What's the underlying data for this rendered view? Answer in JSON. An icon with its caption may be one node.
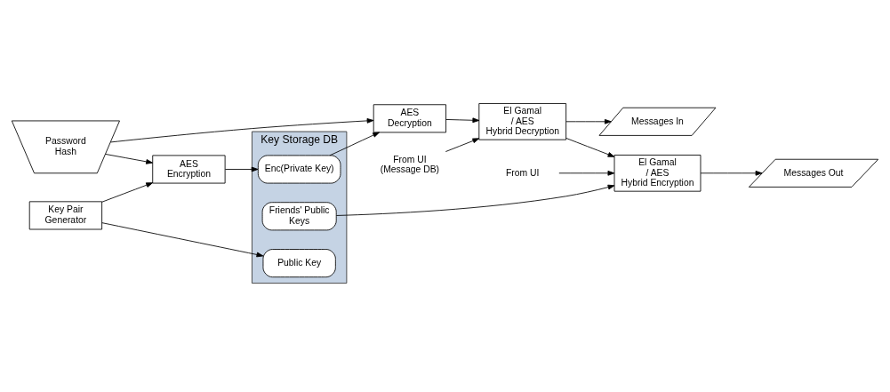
{
  "diagram": {
    "nodes": [
      {
        "text": [
          "Key Storage DB"
        ]
      },
      {
        "text": [
          "Friends' Public Keys"
        ],
        "in": 0
      },
      {
        "text": [
          "Public Key"
        ],
        "in": 0
      },
      {
        "text": [
          "Enc(Private Key)"
        ],
        "in": 0
      },
      {
        "text": [
          "Key Pair Generator"
        ]
      },
      {
        "text": [
          "AES Encryption"
        ]
      },
      {
        "text": [
          "Password Hash"
        ]
      },
      {
        "text": [
          "AES Decryption"
        ]
      },
      {
        "text": [
          "Messages Out"
        ]
      },
      {
        "text": [
          "El Gamal / AES Hybrid Encryption"
        ]
      },
      {
        "text": [
          "El Gamal / AES Hybrid Decryption"
        ]
      },
      {
        "text": [
          "Messages In"
        ]
      },
      {
        "text": [
          "From UI"
        ]
      },
      {
        "text": [
          "From UI (Message DB)"
        ]
      }
    ],
    "edges": [
      {
        "from": 1,
        "to": 9,
        "arrow": "to"
      },
      {
        "from": 4,
        "to": 2,
        "arrow": "to"
      },
      {
        "from": 4,
        "to": 5,
        "arrow": "to"
      },
      {
        "from": 6,
        "to": 5,
        "arrow": "to"
      },
      {
        "from": 5,
        "to": 3,
        "arrow": "to"
      },
      {
        "from": 3,
        "to": 7,
        "arrow": "to"
      },
      {
        "from": 6,
        "to": 7,
        "arrow": "to"
      },
      {
        "from": 7,
        "to": 10,
        "arrow": "to"
      },
      {
        "from": 10,
        "to": 9,
        "arrow": "to"
      },
      {
        "from": 9,
        "to": 8,
        "arrow": "to"
      },
      {
        "from": 10,
        "to": 11,
        "arrow": "to"
      },
      {
        "from": 12,
        "to": 9,
        "arrow": "to"
      },
      {
        "from": 13,
        "to": 10,
        "arrow": "to"
      }
    ]
  }
}
